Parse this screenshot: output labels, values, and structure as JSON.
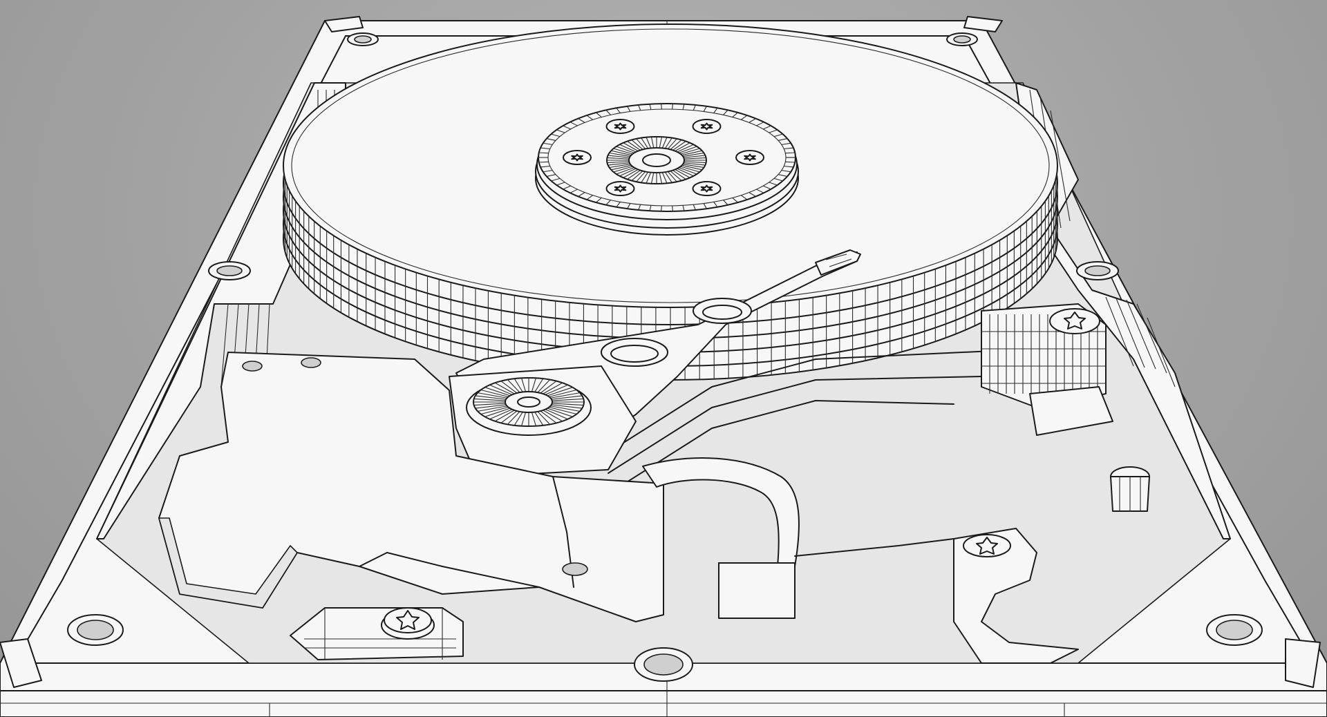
{
  "scene": {
    "subject": "hdd-wireframe-render",
    "colors": {
      "background": "#a2a2a2",
      "surface": "#f7f7f7",
      "shadow": "#dcdcdc",
      "line": "#1a1a1a"
    },
    "counts": {
      "platters": 4,
      "spindle_screws": 6,
      "corner_screws": 2
    }
  }
}
